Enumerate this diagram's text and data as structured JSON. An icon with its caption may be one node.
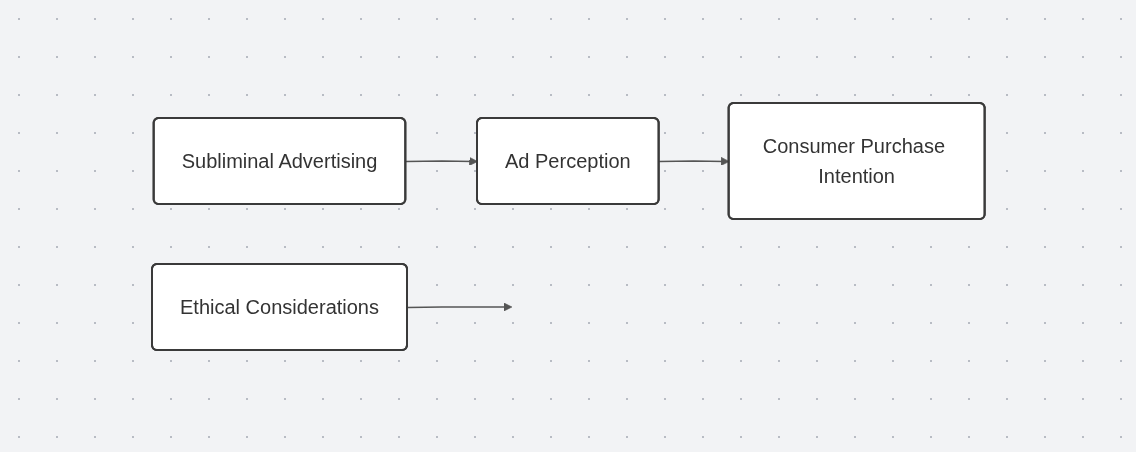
{
  "diagram": {
    "nodes": [
      {
        "text": [
          "Ethical Considerations"
        ]
      },
      {
        "text": [
          "Subliminal Advertising"
        ]
      },
      {
        "text": [
          "Ad Perception"
        ]
      },
      {
        "text": [
          "Consumer Purchase Intention"
        ]
      }
    ],
    "edges": [
      {
        "from": 1,
        "to": 2,
        "arrow": "to"
      },
      {
        "from": 2,
        "to": 3,
        "arrow": "to"
      },
      {
        "from": 0,
        "to": null,
        "arrow": "to"
      }
    ]
  }
}
